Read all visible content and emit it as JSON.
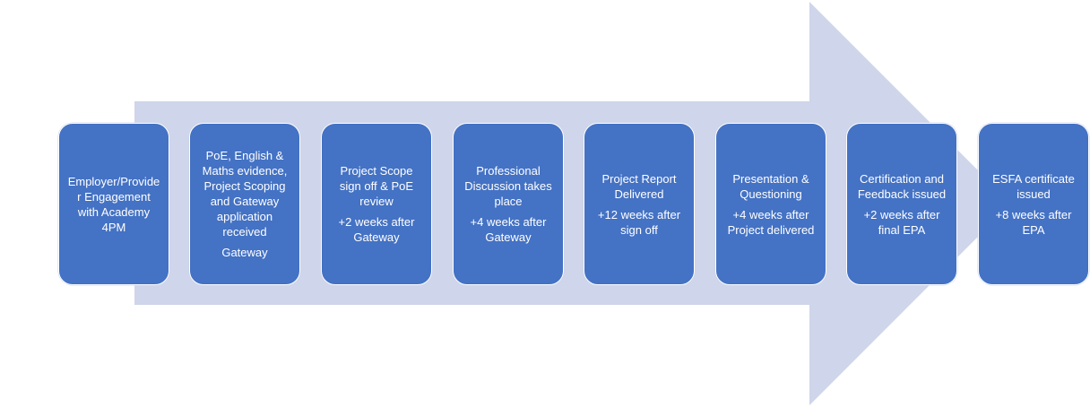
{
  "diagram": {
    "colors": {
      "arrow": "#cfd5ea",
      "box": "#4472c4",
      "text": "#ffffff"
    },
    "steps": [
      {
        "title": "Employer/Provider Engagement with Academy 4PM",
        "note": ""
      },
      {
        "title": "PoE, English & Maths evidence, Project Scoping and Gateway application received",
        "note": "Gateway"
      },
      {
        "title": "Project Scope sign off & PoE review",
        "note": "+2 weeks after Gateway"
      },
      {
        "title": "Professional Discussion takes place",
        "note": "+4 weeks after Gateway"
      },
      {
        "title": "Project Report Delivered",
        "note": "+12 weeks after sign off"
      },
      {
        "title": "Presentation & Questioning",
        "note": "+4 weeks after Project delivered"
      },
      {
        "title": "Certification and Feedback issued",
        "note": "+2 weeks after final EPA"
      },
      {
        "title": "ESFA certificate issued",
        "note": "+8 weeks after EPA"
      }
    ]
  }
}
